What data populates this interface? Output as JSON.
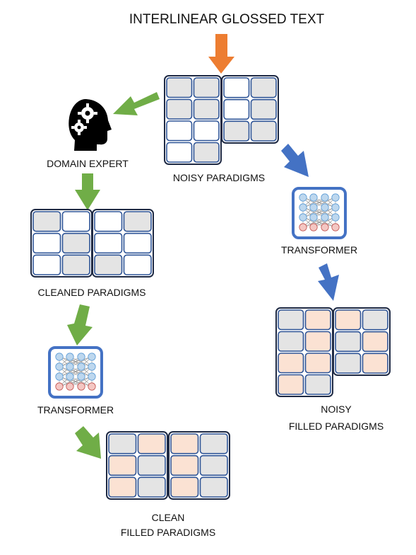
{
  "title": "INTERLINEAR GLOSSED TEXT",
  "labels": {
    "domain_expert": "DOMAIN EXPERT",
    "noisy_paradigms": "NOISY PARADIGMS",
    "cleaned_paradigms": "CLEANED PARADIGMS",
    "transformer_left": "TRANSFORMER",
    "transformer_right": "TRANSFORMER",
    "clean_filled_line1": "CLEAN",
    "clean_filled_line2": "FILLED PARADIGMS",
    "noisy_filled_line1": "NOISY",
    "noisy_filled_line2": "FILLED PARADIGMS"
  },
  "colors": {
    "arrow_orange": "#ED7D31",
    "arrow_green": "#70AD47",
    "arrow_blue": "#4472C4",
    "cell_gray": "#E4E4E4",
    "cell_peach": "#FBE2D3",
    "cell_white": "#FFFFFF",
    "border_navy": "#1F2A44",
    "node_blue": "#BDD7EE",
    "node_pink": "#F4C7C3"
  },
  "icons": [
    "head-with-gears-icon",
    "neural-network-icon"
  ]
}
